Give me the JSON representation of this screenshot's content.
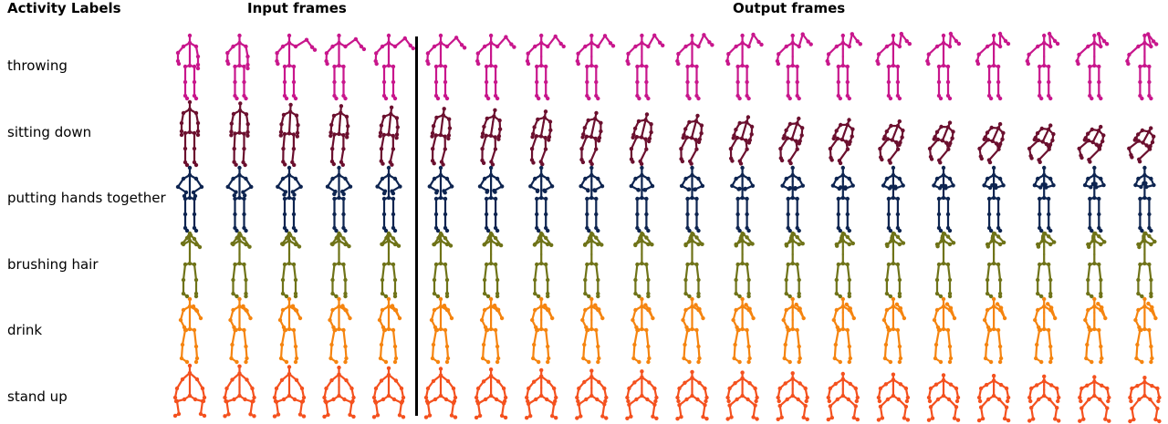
{
  "headers": {
    "labels": "Activity Labels",
    "input": "Input frames",
    "output": "Output frames"
  },
  "frames": {
    "input_count": 5,
    "output_count": 15
  },
  "rows": [
    {
      "label": "throwing",
      "color": "#c8168c"
    },
    {
      "label": "sitting down",
      "color": "#6b0f2e"
    },
    {
      "label": "putting hands together",
      "color": "#0d2450"
    },
    {
      "label": "brushing hair",
      "color": "#6f7318"
    },
    {
      "label": "drink",
      "color": "#f5840f"
    },
    {
      "label": "stand up",
      "color": "#f4511e"
    }
  ]
}
